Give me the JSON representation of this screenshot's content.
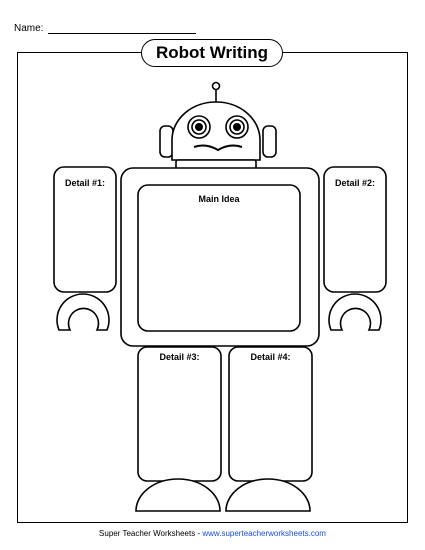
{
  "header": {
    "name_label": "Name:"
  },
  "title": "Robot Writing",
  "boxes": {
    "main_idea": "Main Idea",
    "detail1": "Detail #1:",
    "detail2": "Detail #2:",
    "detail3": "Detail #3:",
    "detail4": "Detail #4:"
  },
  "footer": {
    "brand": "Super Teacher Worksheets",
    "separator": " - ",
    "url": "www.superteacherworksheets.com"
  }
}
